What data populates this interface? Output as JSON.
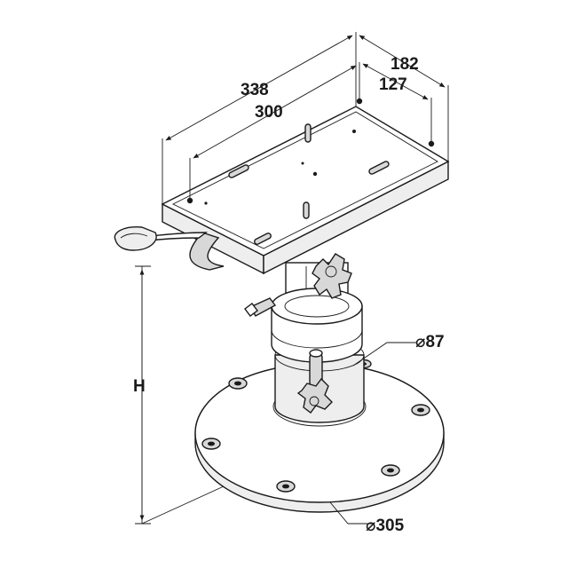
{
  "dimensions": {
    "overall_length": "338",
    "bolt_length": "300",
    "overall_width": "182",
    "bolt_width": "127",
    "height": "H",
    "column_diameter": "⌀87",
    "base_diameter": "⌀305"
  },
  "colors": {
    "line": "#1a1a1a",
    "background": "#ffffff",
    "metal_light": "#eeeeee",
    "metal_mid": "#d8d8d8"
  }
}
